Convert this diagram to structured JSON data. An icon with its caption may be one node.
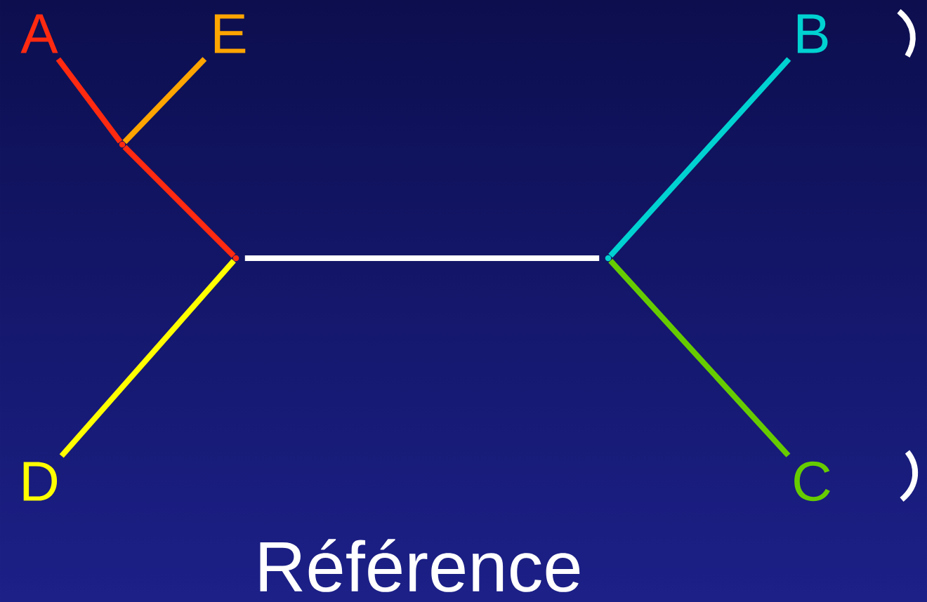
{
  "diagram": {
    "nodes": [
      {
        "text": [
          "A"
        ]
      },
      {
        "text": [
          "E"
        ]
      },
      {
        "text": [
          "B"
        ]
      },
      {
        "text": [
          "D"
        ]
      },
      {
        "text": [
          "C"
        ]
      },
      {
        "text": [],
        "shape": "point"
      },
      {
        "text": [],
        "shape": "point"
      },
      {
        "text": [],
        "shape": "point"
      }
    ],
    "edges": [
      {
        "from": 0,
        "to": 5,
        "arrow": "none",
        "color": "#ff2a10"
      },
      {
        "from": 1,
        "to": 5,
        "arrow": "none",
        "color": "#ffa500"
      },
      {
        "from": 5,
        "to": 6,
        "arrow": "none",
        "color": "#ff2a10"
      },
      {
        "from": 3,
        "to": 6,
        "arrow": "none",
        "color": "#ffff00"
      },
      {
        "from": 6,
        "to": 7,
        "arrow": "none",
        "color": "#ffffff"
      },
      {
        "from": 2,
        "to": 7,
        "arrow": "none",
        "color": "#00d2d2"
      },
      {
        "from": 4,
        "to": 7,
        "arrow": "none",
        "color": "#66cc00"
      }
    ],
    "labels": [
      "Référence"
    ]
  }
}
